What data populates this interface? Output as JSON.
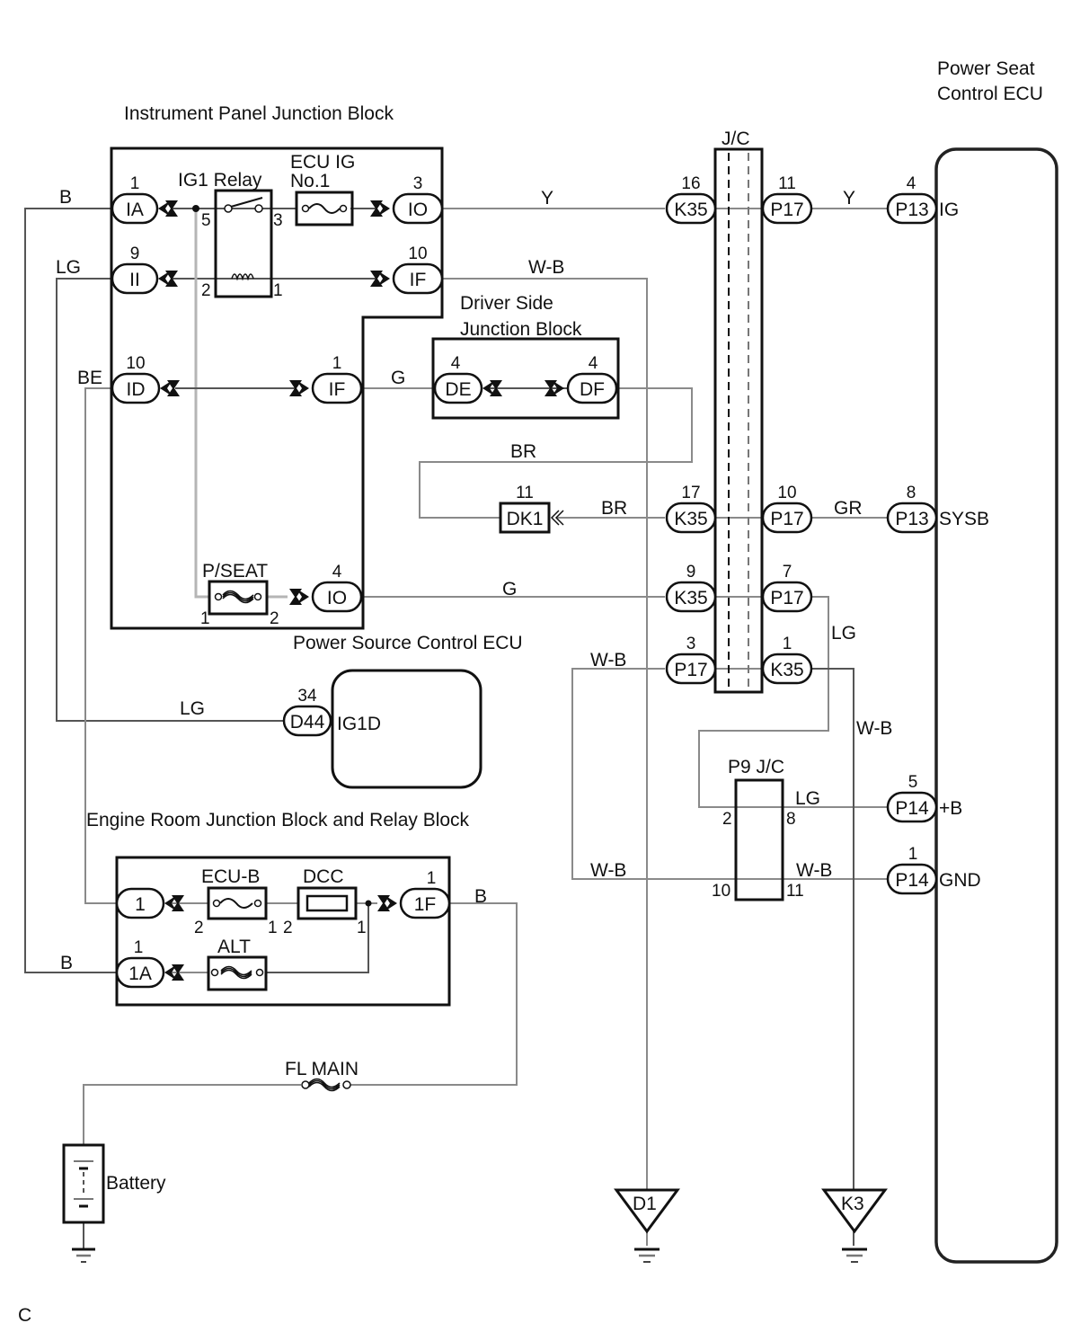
{
  "blocks": {
    "ip_jb": "Instrument Panel Junction Block",
    "ds_jb_line1": "Driver Side",
    "ds_jb_line2": "Junction Block",
    "power_source_ecu": "Power Source Control ECU",
    "er_jb": "Engine Room Junction Block and Relay Block",
    "ps_ecu_line1": "Power Seat",
    "ps_ecu_line2": "Control ECU",
    "jc": "J/C",
    "p9_jc": "P9 J/C",
    "battery": "Battery"
  },
  "components": {
    "ig1_relay": "IG1 Relay",
    "ecu_ig_line1": "ECU IG",
    "ecu_ig_line2": "No.1",
    "p_seat": "P/SEAT",
    "ecu_b": "ECU-B",
    "dcc": "DCC",
    "alt": "ALT",
    "fl_main": "FL MAIN"
  },
  "connectors": {
    "ia": {
      "code": "IA",
      "pin": "1"
    },
    "ii": {
      "code": "II",
      "pin": "9"
    },
    "io3": {
      "code": "IO",
      "pin": "3"
    },
    "if10": {
      "code": "IF",
      "pin": "10"
    },
    "id": {
      "code": "ID",
      "pin": "10"
    },
    "if1": {
      "code": "IF",
      "pin": "1"
    },
    "io4": {
      "code": "IO",
      "pin": "4"
    },
    "de": {
      "code": "DE",
      "pin": "4"
    },
    "df": {
      "code": "DF",
      "pin": "4"
    },
    "dk1": {
      "code": "DK1",
      "pin": "11"
    },
    "k35_16": {
      "code": "K35",
      "pin": "16"
    },
    "p17_11": {
      "code": "P17",
      "pin": "11"
    },
    "k35_17": {
      "code": "K35",
      "pin": "17"
    },
    "p17_10": {
      "code": "P17",
      "pin": "10"
    },
    "k35_9": {
      "code": "K35",
      "pin": "9"
    },
    "p17_7": {
      "code": "P17",
      "pin": "7"
    },
    "p17_3": {
      "code": "P17",
      "pin": "3"
    },
    "k35_1": {
      "code": "K35",
      "pin": "1"
    },
    "p13_4": {
      "code": "P13",
      "pin": "4",
      "terminal": "IG"
    },
    "p13_8": {
      "code": "P13",
      "pin": "8",
      "terminal": "SYSB"
    },
    "p14_5": {
      "code": "P14",
      "pin": "5",
      "terminal": "+B"
    },
    "p14_1": {
      "code": "P14",
      "pin": "1",
      "terminal": "GND"
    },
    "d44": {
      "code": "D44",
      "pin": "34",
      "terminal": "IG1D"
    },
    "er1": {
      "code": "1"
    },
    "er1a": {
      "code": "1A",
      "pin": "1"
    },
    "er1f": {
      "code": "1F",
      "pin": "1"
    }
  },
  "pins": {
    "relay_5": "5",
    "relay_3": "3",
    "relay_2": "2",
    "relay_1": "1",
    "pseat_1": "1",
    "pseat_2": "2",
    "ecub_2": "2",
    "ecub_1": "1",
    "dcc_2": "2",
    "dcc_1": "1",
    "p9_2": "2",
    "p9_8": "8",
    "p9_10": "10",
    "p9_11": "11"
  },
  "wires": {
    "b_top": "B",
    "lg_top": "LG",
    "be": "BE",
    "y1": "Y",
    "y2": "Y",
    "wb_top": "W-B",
    "g_if": "G",
    "br_upper": "BR",
    "br_lower": "BR",
    "gr": "GR",
    "g_io": "G",
    "lg_p17": "LG",
    "wb_p17": "W-B",
    "wb_k35": "W-B",
    "lg_d44": "LG",
    "lg_p9": "LG",
    "wb_p9l": "W-B",
    "wb_p9r": "W-B",
    "b_1f": "B",
    "b_1a": "B"
  },
  "grounds": {
    "d1": "D1",
    "k3": "K3"
  },
  "footer": {
    "code": "C"
  }
}
